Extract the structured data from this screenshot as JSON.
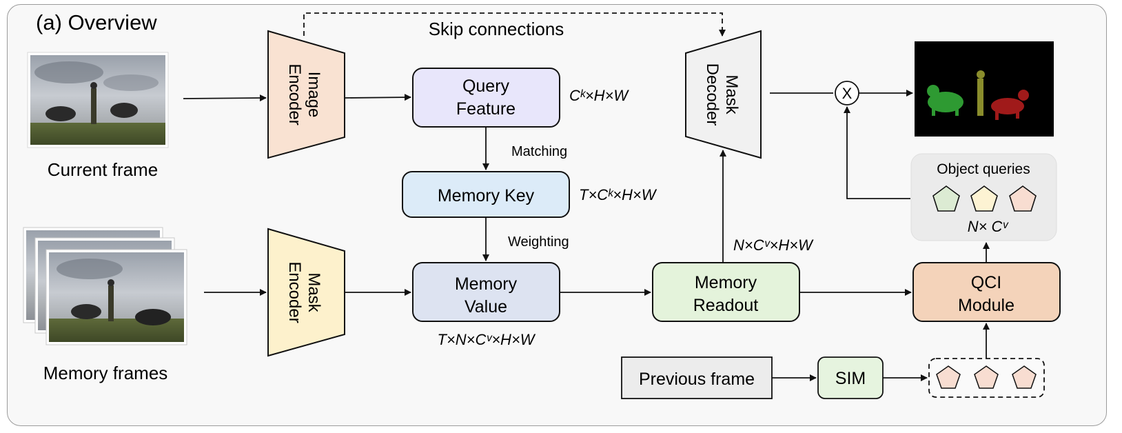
{
  "title": "(a) Overview",
  "skip_label": "Skip connections",
  "current_frame_label": "Current frame",
  "memory_frames_label": "Memory frames",
  "image_encoder": [
    "Image",
    "Encoder"
  ],
  "mask_encoder": [
    "Mask",
    "Encoder"
  ],
  "mask_decoder": [
    "Mask",
    "Decoder"
  ],
  "query_feature": [
    "Query",
    "Feature"
  ],
  "memory_key": "Memory Key",
  "memory_value": [
    "Memory",
    "Value"
  ],
  "memory_readout": [
    "Memory",
    "Readout"
  ],
  "qci_module": [
    "QCI",
    "Module"
  ],
  "sim": "SIM",
  "previous_frame": "Previous frame",
  "matching": "Matching",
  "weighting": "Weighting",
  "object_queries": "Object queries",
  "multiply_symbol": "X",
  "dims": {
    "query": "Cᵏ×H×W",
    "key": "T×Cᵏ×H×W",
    "value": "T×N×Cᵛ×H×W",
    "readout": "N×Cᵛ×H×W",
    "queries": "N× Cᵛ"
  },
  "colors": {
    "image_encoder": "#f9e2d2",
    "mask_encoder": "#fdf1cc",
    "mask_decoder": "#f1f1f1",
    "query_feature": "#e8e6fb",
    "memory_key": "#dcebf8",
    "memory_value": "#dde3f1",
    "memory_readout": "#e4f3db",
    "qci_module": "#f4d3ba",
    "sim": "#e6f4df",
    "pentagon_green": "#dcebd3",
    "pentagon_yellow": "#fdf3d3",
    "pentagon_peach": "#f8ddd1"
  }
}
